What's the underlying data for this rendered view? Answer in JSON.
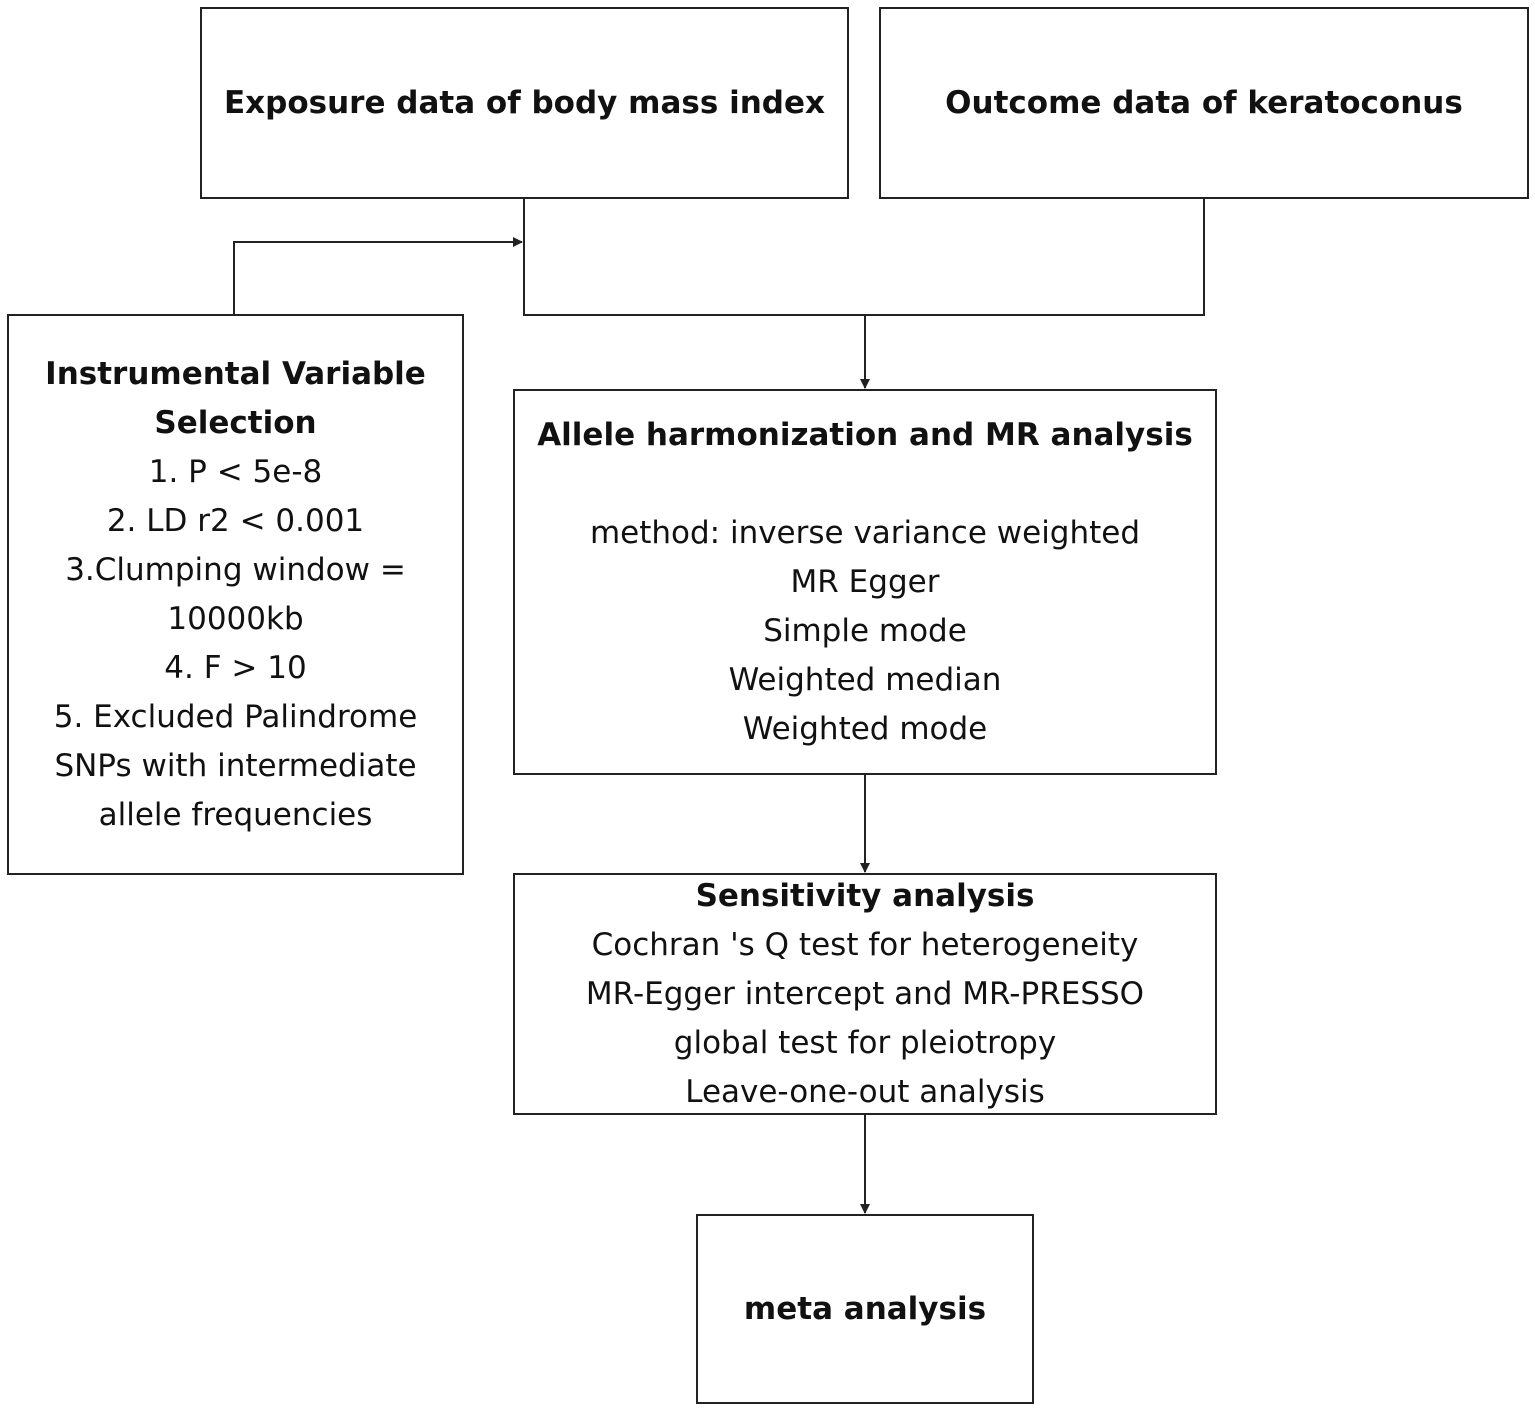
{
  "exposure": {
    "title": "Exposure data of body mass index"
  },
  "outcome": {
    "title": "Outcome data of keratoconus"
  },
  "iv_selection": {
    "title_lines": [
      "Instrumental Variable",
      "Selection"
    ],
    "items": [
      "1. P < 5e-8",
      "2. LD r2 < 0.001",
      "3.Clumping window =",
      "10000kb",
      "4. F  > 10",
      "5. Excluded Palindrome",
      "SNPs with intermediate",
      "allele frequencies"
    ]
  },
  "mr_analysis": {
    "title": "Allele harmonization and MR analysis",
    "methods": [
      "method:  inverse variance weighted",
      "MR Egger",
      "Simple mode",
      "Weighted median",
      "Weighted mode"
    ]
  },
  "sensitivity": {
    "title": "Sensitivity analysis",
    "items": [
      "Cochran  's Q test for heterogeneity",
      "MR-Egger intercept and MR-PRESSO",
      "global test for pleiotropy",
      "Leave-one-out analysis"
    ]
  },
  "meta": {
    "title": "meta analysis"
  }
}
